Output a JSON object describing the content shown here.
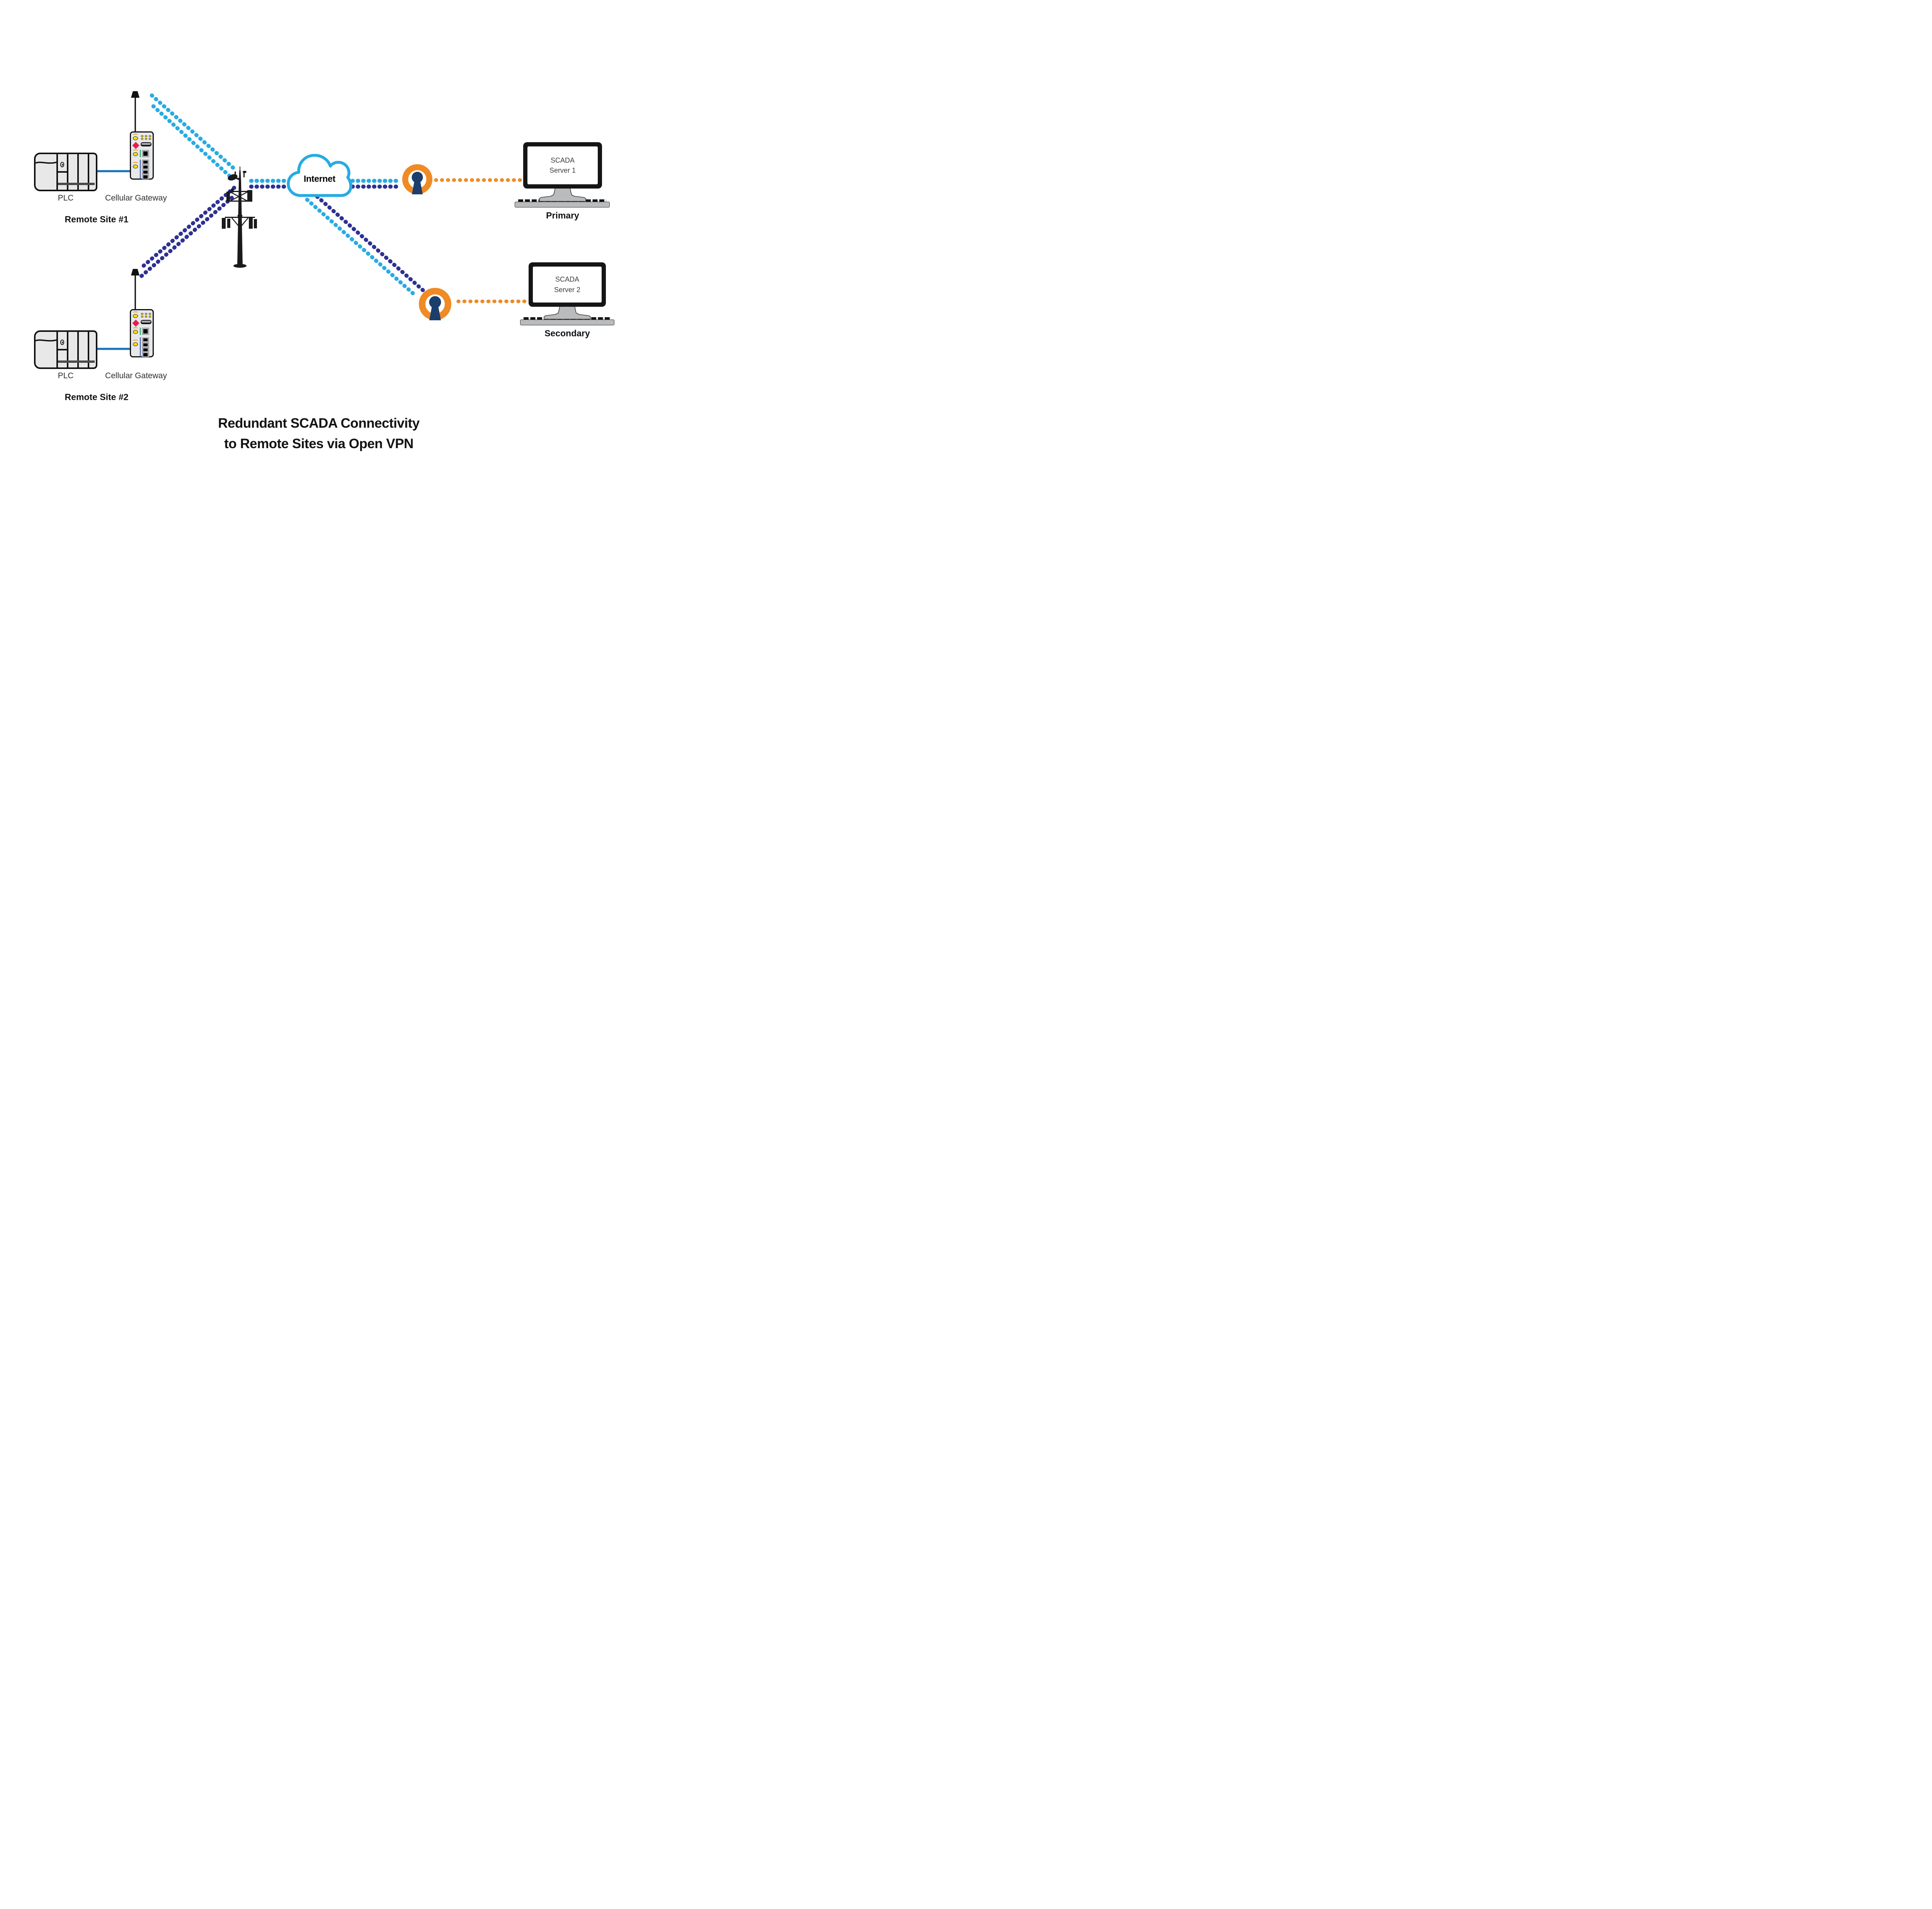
{
  "title": {
    "line1": "Redundant SCADA Connectivity",
    "line2": "to Remote Sites via Open VPN"
  },
  "internet": {
    "label": "Internet"
  },
  "sites": [
    {
      "site_label": "Remote Site #1",
      "plc_label": "PLC",
      "gateway_label": "Cellular Gateway"
    },
    {
      "site_label": "Remote Site #2",
      "plc_label": "PLC",
      "gateway_label": "Cellular Gateway"
    }
  ],
  "servers": [
    {
      "screen_line1": "SCADA",
      "screen_line2": "Server 1",
      "role_label": "Primary"
    },
    {
      "screen_line1": "SCADA",
      "screen_line2": "Server 2",
      "role_label": "Secondary"
    }
  ],
  "colors": {
    "link_cyan": "#29ABE2",
    "link_navy": "#2E3192",
    "link_orange": "#EF8A25",
    "ethernet_blue": "#1C75BC",
    "openvpn_orange": "#EF8A25",
    "openvpn_keyhole": "#1B3E6D",
    "led_yellow": "#FFD913",
    "status_red": "#E91D4C",
    "tower_black": "#1A1A1A"
  },
  "icons": {
    "antenna-icon": "black whip antenna on cellular gateway",
    "cell-tower-icon": "black monopole cell tower silhouette",
    "internet-cloud-icon": "cyan outlined cloud",
    "openvpn-icon": "orange open ring with navy keyhole",
    "plc-icon": "gray modular PLC rack",
    "cellular-gateway-icon": "DIN-rail gateway with LEDs and ethernet ports",
    "monitor-icon": "desktop monitor with stand and keyboard"
  }
}
